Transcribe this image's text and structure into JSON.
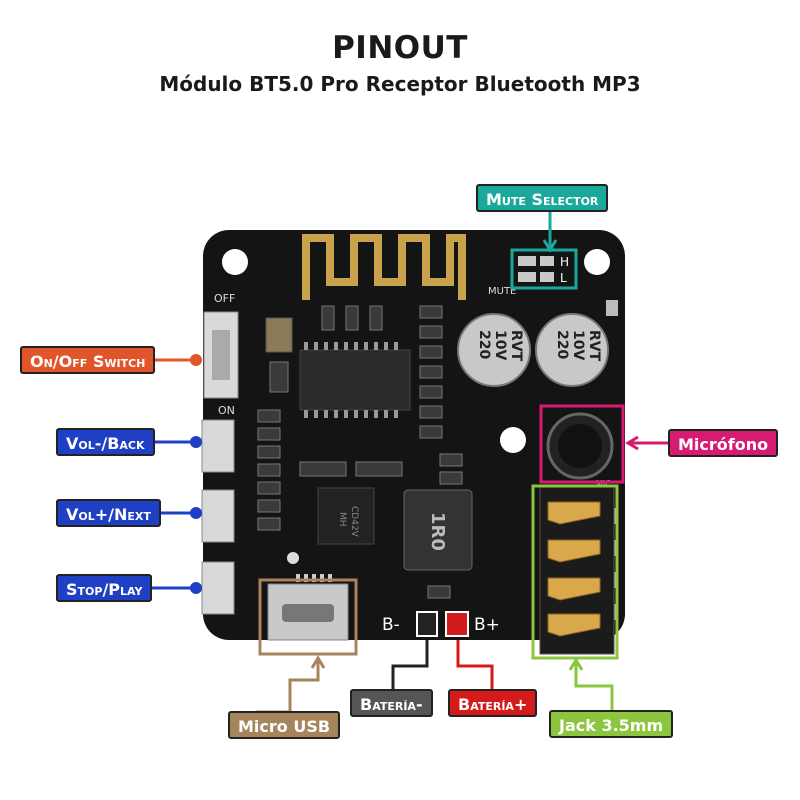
{
  "header": {
    "title": "PINOUT",
    "subtitle": "Módulo BT5.0 Pro Receptor Bluetooth MP3"
  },
  "board_text": {
    "off": "OFF",
    "on": "ON",
    "mute": "MUTE",
    "h": "H",
    "l": "L",
    "cap_line1": "220",
    "cap_line2": "10V",
    "cap_line3": "RVT",
    "inductor": "1R0",
    "b_minus": "B-",
    "b_plus": "B+",
    "mic": "MIC",
    "chip_line1": "MH",
    "chip_line2": "CD42V"
  },
  "labels": {
    "mute_selector": "Mute Selector",
    "on_off_switch": "On/Off Switch",
    "vol_minus_back": "Vol-/Back",
    "vol_plus_next": "Vol+/Next",
    "stop_play": "Stop/Play",
    "microfono": "Micrófono",
    "micro_usb": "Micro USB",
    "bateria_minus": "Batería-",
    "bateria_plus": "Batería+",
    "jack": "Jack 3.5mm"
  },
  "colors": {
    "mute_selector": "#1aa89a",
    "on_off_switch": "#e0552a",
    "buttons": "#1f3fc4",
    "microfono": "#d81b72",
    "micro_usb": "#a5845e",
    "bateria_minus": "#555555",
    "bateria_plus": "#d41a1a",
    "jack": "#8cc63f",
    "board": "#141414"
  }
}
